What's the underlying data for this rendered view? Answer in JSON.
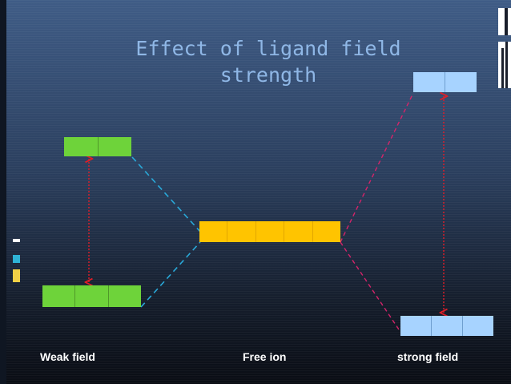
{
  "title": {
    "line1": "Effect of ligand field",
    "line2": "strength"
  },
  "labels": {
    "weak": "Weak field",
    "free": "Free ion",
    "strong": "strong field"
  },
  "levels": {
    "weak_upper": 2,
    "weak_lower": 3,
    "free_ion": 5,
    "strong_upper": 2,
    "strong_lower": 3
  },
  "colors": {
    "weak_levels": "#6ed33a",
    "free_ion_level": "#ffc400",
    "strong_levels": "#a7d3ff",
    "weak_connector": "#29a8d8",
    "strong_connector": "#d6246a",
    "splitting_arrow": "#e01e28",
    "title_text": "#8fb7e6"
  }
}
